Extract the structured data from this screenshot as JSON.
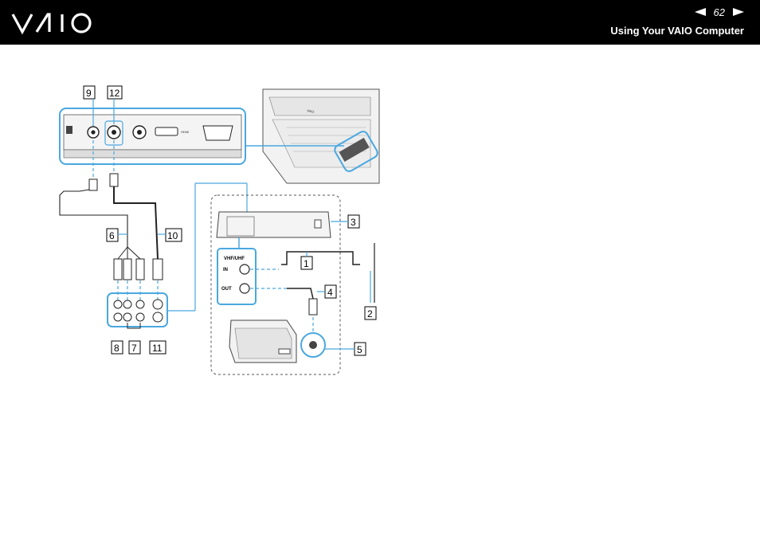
{
  "header": {
    "logo_text": "VAIO",
    "page_number": "62",
    "section_title": "Using Your VAIO Computer",
    "icons": [
      "previous-page-arrow-icon",
      "next-page-arrow-icon"
    ]
  },
  "figure": {
    "callouts": {
      "c1": "1",
      "c2": "2",
      "c3": "3",
      "c4": "4",
      "c5": "5",
      "c6": "6",
      "c7": "7",
      "c8": "8",
      "c9": "9",
      "c10": "10",
      "c11": "11",
      "c12": "12"
    },
    "port_labels": {
      "hdmi": "HDMI",
      "vhf_uhf": "VHF/UHF",
      "in": "IN",
      "out": "OUT",
      "vaio_badge": "VAIO"
    },
    "colors": {
      "highlight": "#4aa8e0",
      "line": "#000000"
    }
  }
}
